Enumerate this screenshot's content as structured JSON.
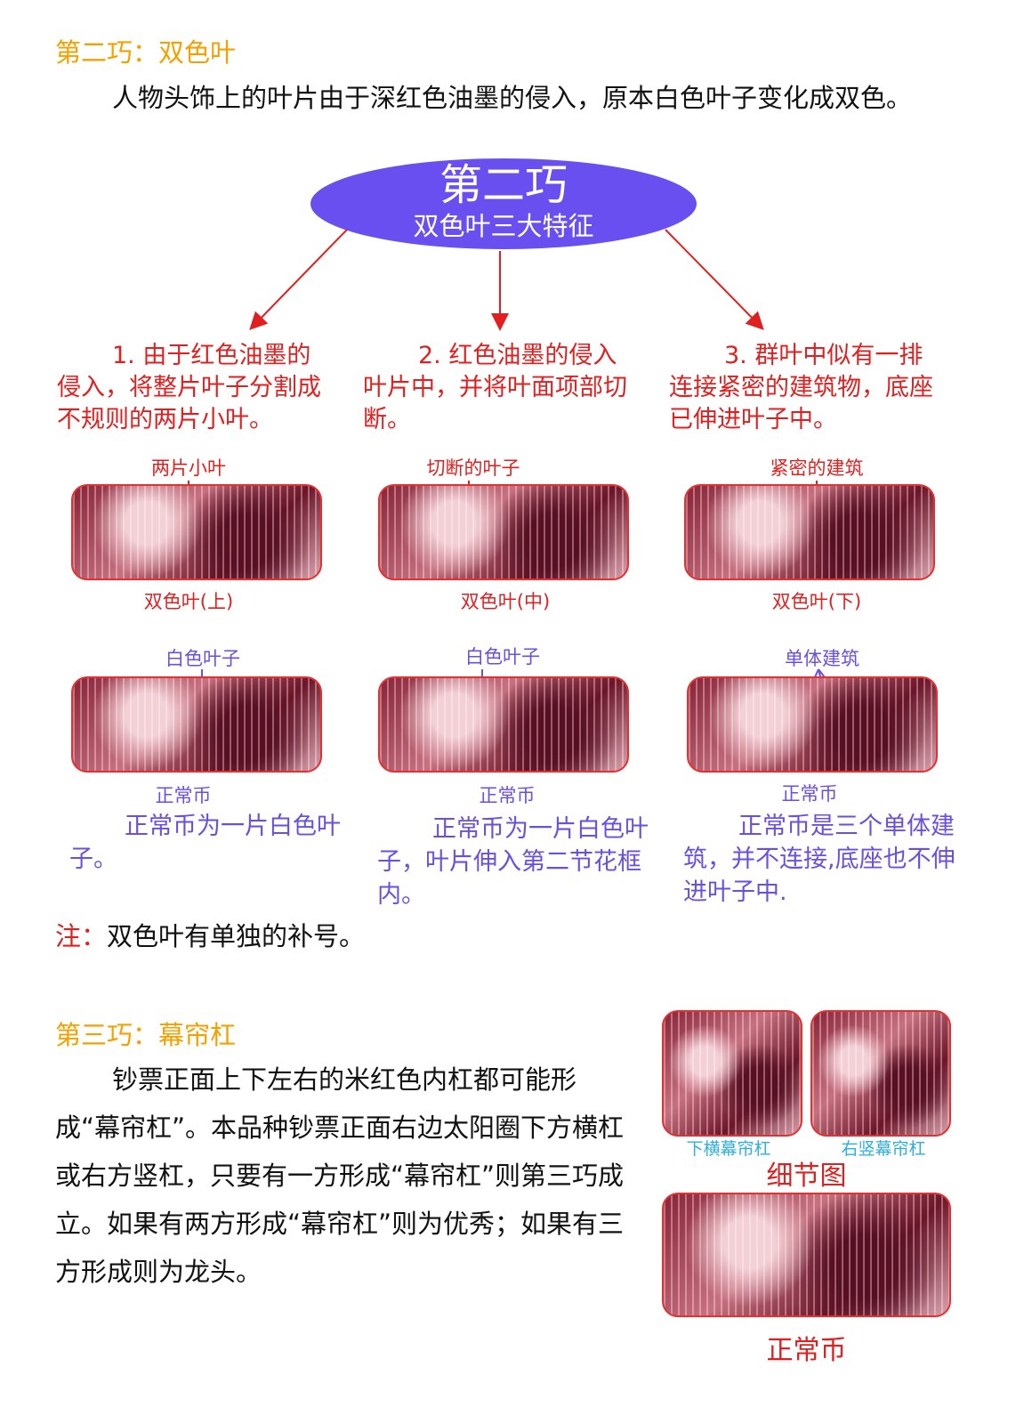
{
  "section2": {
    "title": "第二巧：双色叶",
    "intro": "人物头饰上的叶片由于深红色油墨的侵入，原本白色叶子变化成双色。",
    "ellipse": {
      "title": "第二巧",
      "subtitle": "双色叶三大特征"
    },
    "features": [
      "1. 由于红色油墨的侵入，将整片叶子分割成不规则的两片小叶。",
      "2. 红色油墨的侵入叶片中，并将叶面项部切断。",
      "3. 群叶中似有一排连接紧密的建筑物，底座已伸进叶子中。"
    ],
    "error_pointers": [
      "两片小叶",
      "切断的叶子",
      "紧密的建筑"
    ],
    "error_captions": [
      "双色叶(上)",
      "双色叶(中)",
      "双色叶(下)"
    ],
    "normal_pointers": [
      "白色叶子",
      "白色叶子",
      "单体建筑"
    ],
    "normal_captions": [
      "正常币",
      "正常币",
      "正常币"
    ],
    "normal_notes": [
      "正常币为一片白色叶子。",
      "正常币为一片白色叶子，叶片伸入第二节花框内。",
      "正常币是三个单体建筑，并不连接,底座也不伸进叶子中."
    ],
    "note_label": "注：",
    "note_text": "双色叶有单独的补号。"
  },
  "section3": {
    "title": "第三巧：幕帘杠",
    "body": "钞票正面上下左右的米红色内杠都可能形成“幕帘杠”。本品种钞票正面右边太阳圈下方横杠或右方竖杠，只要有一方形成“幕帘杠”则第三巧成立。如果有两方形成“幕帘杠”则为优秀；如果有三方形成则为龙头。",
    "detail_labels": [
      "下横幕帘杠",
      "右竖幕帘杠"
    ],
    "detail_title": "细节图",
    "normal_title": "正常币"
  },
  "colors": {
    "heading": "#f4a100",
    "red": "#e02020",
    "purple": "#6a4fe0",
    "ellipse": "#6a4ff0"
  }
}
